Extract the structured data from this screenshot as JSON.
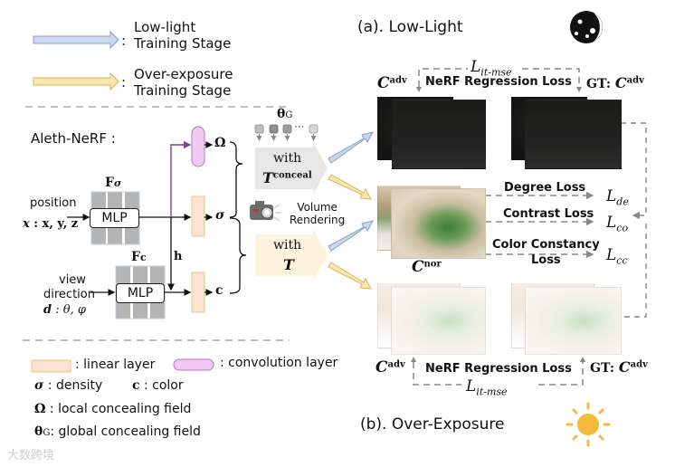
{
  "legend_top": {
    "low_light": {
      "line1": "Low-light",
      "line2": "Training Stage",
      "arrow_color": "#c9d8ef"
    },
    "over_exposure": {
      "line1": "Over-exposure",
      "line2": "Training Stage",
      "arrow_color": "#fbe6b0"
    },
    "colon": ":"
  },
  "model": {
    "title": "Aleth-NeRF :",
    "f_sigma_label": "F",
    "f_sigma_sub": "σ",
    "f_c_label": "F",
    "f_c_sub": "c",
    "mlp_label": "MLP",
    "position_label": "position",
    "position_vars_x": "x",
    "position_vars": " : x, y, z",
    "view_label_1": "view",
    "view_label_2": "direction",
    "view_vars_d": "d",
    "view_vars": " : θ, φ",
    "h_label": "h",
    "omega_symbol": "Ω",
    "sigma_symbol": "σ",
    "c_symbol": "c",
    "theta_g_symbol": "θ",
    "theta_g_sub": "G",
    "ellipsis": "···",
    "with_conceal_line1": "with",
    "with_conceal_T": "T",
    "with_conceal_sup": "conceal",
    "with_t_line1": "with",
    "with_t_T": "T",
    "volume_rendering_1": "Volume",
    "volume_rendering_2": "Rendering"
  },
  "legend_bottom": {
    "linear_layer": ": linear layer",
    "convolution_layer": ": convolution layer",
    "sigma_symbol": "σ",
    "density": ": density",
    "c_symbol": "c",
    "color": ": color",
    "omega_symbol": "Ω",
    "local_field": ": local concealing field",
    "theta_symbol": "θ",
    "theta_sub": "G",
    "global_field": ": global concealing field",
    "linear_color": "#fbe3cf",
    "conv_color": "#f1c9f3"
  },
  "panel_a": {
    "title": "(a). Low-Light",
    "icon": "moon-icon",
    "pred_label": "C",
    "pred_sup": "adv",
    "loss_label": "NeRF Regression Loss",
    "gt_label": "GT: ",
    "gt_c": "C",
    "gt_sup": "adv",
    "loss_symbol": "L",
    "loss_sub": "it-mse"
  },
  "middle": {
    "nor_label": "C",
    "nor_sup": "nor",
    "losses": [
      {
        "name": "Degree Loss",
        "symbol": "L",
        "sub": "de"
      },
      {
        "name": "Contrast Loss",
        "symbol": "L",
        "sub": "co"
      },
      {
        "name": "Color Constancy",
        "name2": "Loss",
        "symbol": "L",
        "sub": "cc"
      }
    ]
  },
  "panel_b": {
    "title": "(b). Over-Exposure",
    "icon": "sun-icon",
    "pred_label": "C",
    "pred_sup": "adv",
    "loss_label": "NeRF Regression Loss",
    "gt_label": "GT: ",
    "gt_c": "C",
    "gt_sup": "adv",
    "loss_symbol": "L",
    "loss_sub": "it-mse",
    "sun_color": "#f6b93b"
  },
  "watermark": "大数跨境"
}
